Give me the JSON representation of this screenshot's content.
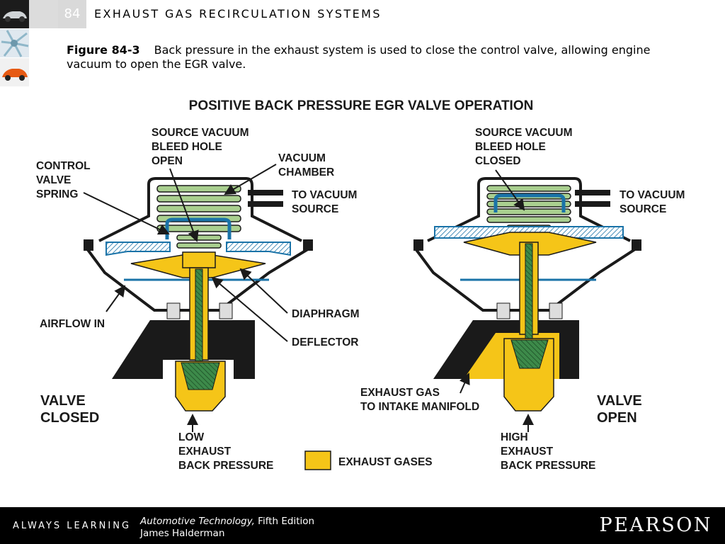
{
  "header": {
    "chapter_number": "84",
    "chapter_title": "EXHAUST GAS RECIRCULATION SYSTEMS"
  },
  "caption": {
    "figure_label": "Figure 84-3",
    "text": "Back pressure in the exhaust system is used to close the control valve, allowing engine vacuum to open the EGR valve."
  },
  "diagram": {
    "title": "POSITIVE BACK PRESSURE EGR VALVE OPERATION",
    "left": {
      "state": [
        "VALVE",
        "CLOSED"
      ],
      "bleed": [
        "SOURCE VACUUM",
        "BLEED HOLE",
        "OPEN"
      ],
      "spring": [
        "CONTROL",
        "VALVE",
        "SPRING"
      ],
      "chamber": [
        "VACUUM",
        "CHAMBER"
      ],
      "vacuum": [
        "TO VACUUM",
        "SOURCE"
      ],
      "airflow": "AIRFLOW IN",
      "diaphragm": "DIAPHRAGM",
      "deflector": "DEFLECTOR",
      "pressure": [
        "LOW",
        "EXHAUST",
        "BACK PRESSURE"
      ]
    },
    "right": {
      "state": [
        "VALVE",
        "OPEN"
      ],
      "bleed": [
        "SOURCE VACUUM",
        "BLEED HOLE",
        "CLOSED"
      ],
      "vacuum": [
        "TO VACUUM",
        "SOURCE"
      ],
      "exhaust": [
        "EXHAUST GAS",
        "TO INTAKE MANIFOLD"
      ],
      "pressure": [
        "HIGH",
        "EXHAUST",
        "BACK PRESSURE"
      ]
    },
    "legend": "EXHAUST GASES",
    "colors": {
      "exhaust": "#f5c518",
      "spring": "#a9cf8f",
      "diaphragm_blue": "#1a73a8",
      "stem_green": "#3d8a4a",
      "housing": "#1a1a1a"
    }
  },
  "footer": {
    "tagline": "ALWAYS LEARNING",
    "book_title": "Automotive Technology,",
    "edition": " Fifth Edition",
    "author": "James Halderman",
    "publisher": "PEARSON"
  }
}
